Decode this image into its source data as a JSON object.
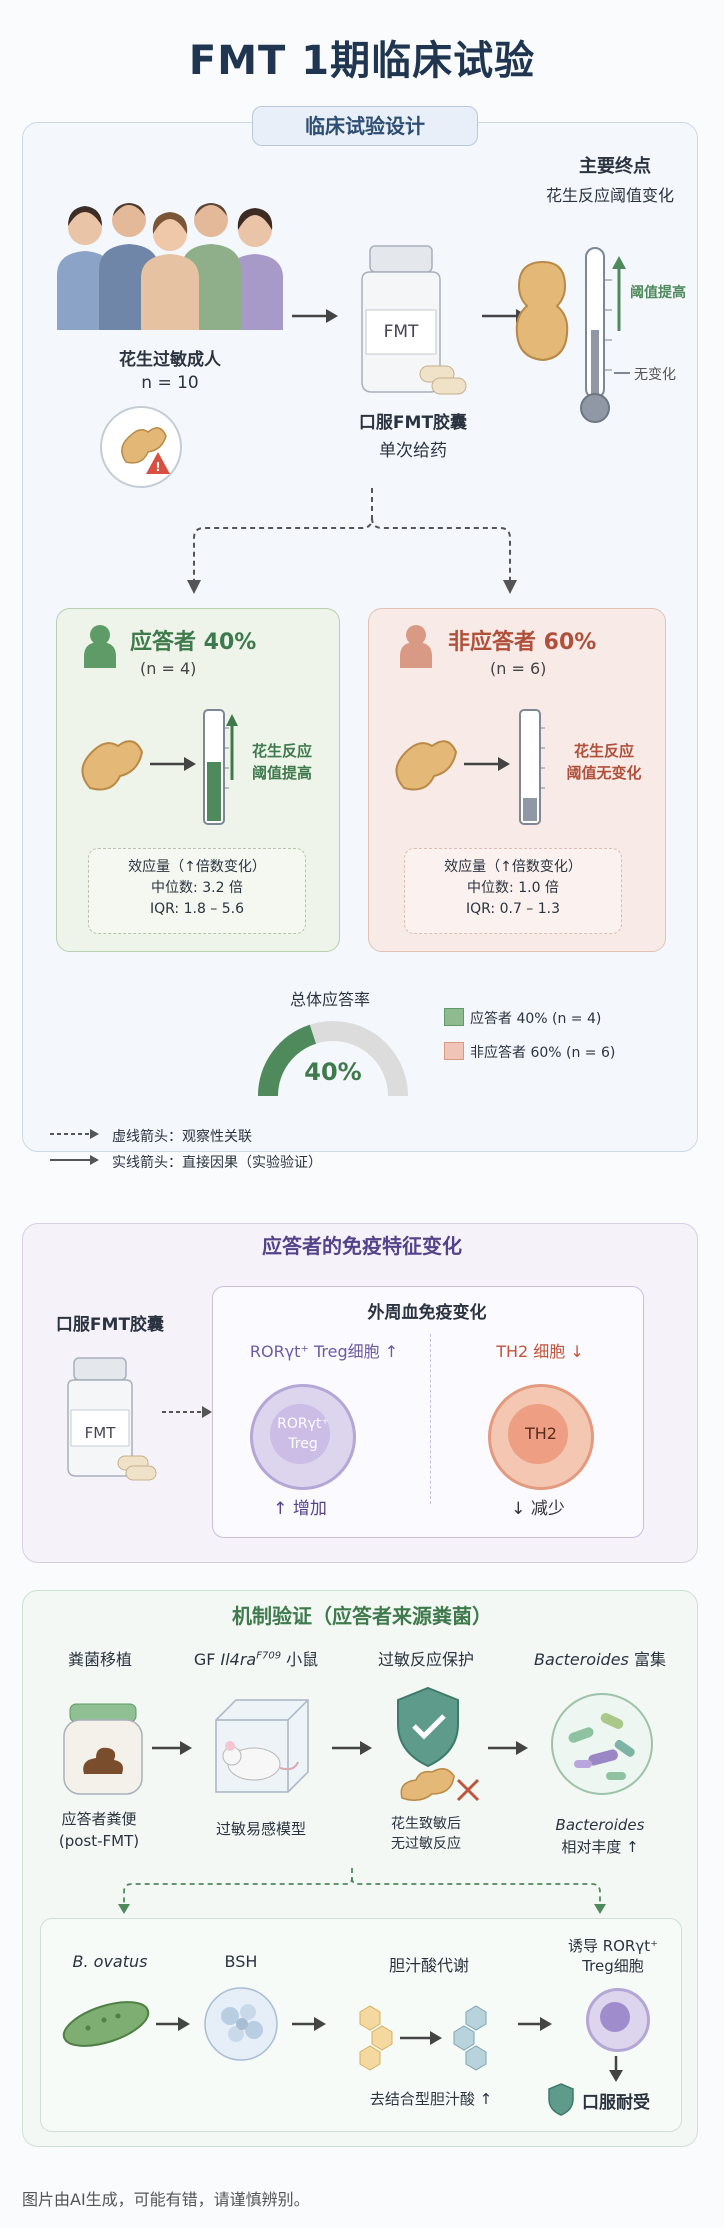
{
  "title": "FMT 1期临床试验",
  "design": {
    "tag": "临床试验设计",
    "adults_label": "花生过敏成人",
    "n_total": "n = 10",
    "capsule_label": "口服FMT胶囊",
    "dose_label": "单次给药",
    "bottle_label": "FMT",
    "endpoint_title": "主要终点",
    "endpoint_sub": "花生反应阈值变化",
    "threshold_up": "阈值提高",
    "no_change": "无变化"
  },
  "responders": {
    "title": "应答者 40%",
    "n": "(n = 4)",
    "result_l1": "花生反应",
    "result_l2": "阈值提高",
    "box_title": "效应量（↑倍数变化）",
    "median": "中位数: 3.2 倍",
    "iqr": "IQR: 1.8 – 5.6"
  },
  "nonresponders": {
    "title": "非应答者 60%",
    "n": "(n = 6)",
    "result_l1": "花生反应",
    "result_l2": "阈值无变化",
    "box_title": "效应量（↑倍数变化）",
    "median": "中位数: 1.0 倍",
    "iqr": "IQR: 0.7 – 1.3"
  },
  "overall": {
    "title": "总体应答率",
    "value": "40%",
    "fraction": 0.4,
    "legend_resp": "应答者 40% (n = 4)",
    "legend_nonresp": "非应答者 60% (n = 6)"
  },
  "arrow_legend": {
    "dashed": "虚线箭头：观察性关联",
    "solid": "实线箭头：直接因果（实验验证）"
  },
  "immune": {
    "title": "应答者的免疫特征变化",
    "capsule_label": "口服FMT胶囊",
    "bottle_label": "FMT",
    "box_title": "外周血免疫变化",
    "treg_label": "RORγt⁺ Treg细胞 ↑",
    "treg_circle_l1": "RORγt⁺",
    "treg_circle_l2": "Treg",
    "treg_change": "↑ 增加",
    "th2_label": "TH2 细胞 ↓",
    "th2_circle": "TH2",
    "th2_change": "↓ 减少"
  },
  "mechanism": {
    "title": "机制验证（应答者来源粪菌）",
    "step1_title": "粪菌移植",
    "step1_l1": "应答者粪便",
    "step1_l2": "(post-FMT)",
    "step2_title_a": "GF ",
    "step2_title_b": "Il4ra",
    "step2_title_sup": "F709",
    "step2_title_c": " 小鼠",
    "step2_sub": "过敏易感模型",
    "step3_title": "过敏反应保护",
    "step3_l1": "花生致敏后",
    "step3_l2": "无过敏反应",
    "step4_title_a": "Bacteroides",
    "step4_title_b": " 富集",
    "step4_l1": "Bacteroides",
    "step4_l2": "相对丰度 ↑",
    "b_ovatus": "B. ovatus",
    "bsh": "BSH",
    "bile_title": "胆汁酸代谢",
    "bile_sub": "去结合型胆汁酸 ↑",
    "treg_l1": "诱导 RORγt⁺",
    "treg_l2": "Treg细胞",
    "tolerance": "口服耐受"
  },
  "footer": "图片由AI生成，可能有错，请谨慎辨别。",
  "colors": {
    "green": "#4f8a5c",
    "red": "#c0553a",
    "purple": "#6d5aa3",
    "navy": "#1f3550"
  }
}
